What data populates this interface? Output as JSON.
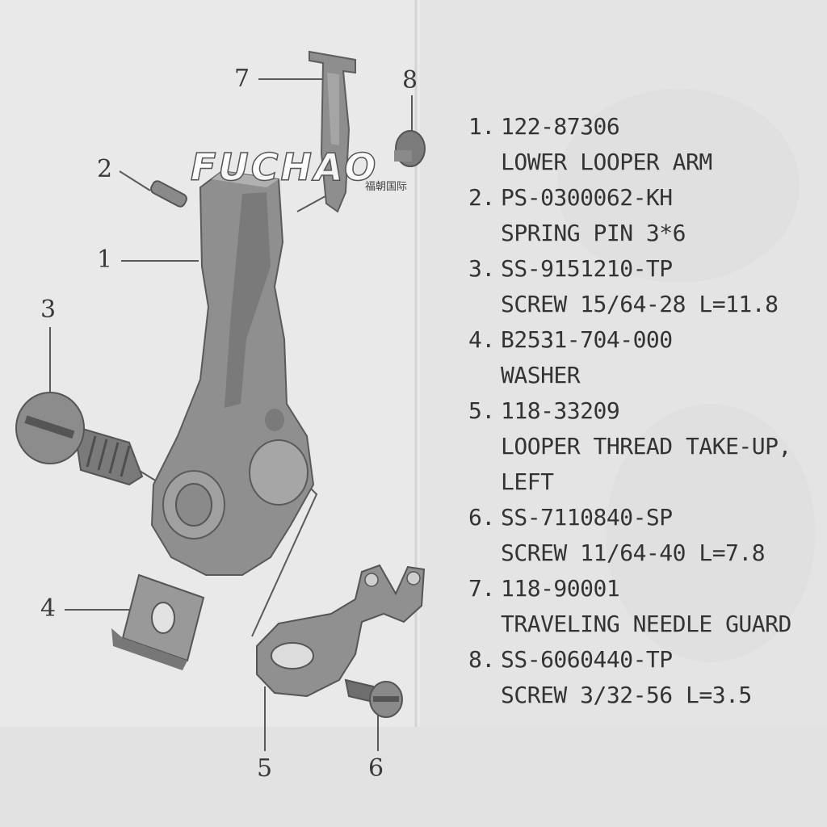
{
  "watermark": {
    "brand": "FUCHAO",
    "brand_cn": "福朝国际"
  },
  "callouts": [
    "1",
    "2",
    "3",
    "4",
    "5",
    "6",
    "7",
    "8"
  ],
  "parts": [
    {
      "num": "1.",
      "code": "122-87306",
      "desc": [
        "LOWER LOOPER ARM"
      ]
    },
    {
      "num": "2.",
      "code": "PS-0300062-KH",
      "desc": [
        "SPRING PIN 3*6"
      ]
    },
    {
      "num": "3.",
      "code": "SS-9151210-TP",
      "desc": [
        "SCREW 15/64-28 L=11.8"
      ]
    },
    {
      "num": "4.",
      "code": "B2531-704-000",
      "desc": [
        "WASHER"
      ]
    },
    {
      "num": "5.",
      "code": "118-33209",
      "desc": [
        "LOOPER THREAD TAKE-UP,",
        "LEFT"
      ]
    },
    {
      "num": "6.",
      "code": "SS-7110840-SP",
      "desc": [
        "SCREW 11/64-40 L=7.8"
      ]
    },
    {
      "num": "7.",
      "code": "118-90001",
      "desc": [
        "TRAVELING NEEDLE GUARD"
      ]
    },
    {
      "num": "8.",
      "code": "SS-6060440-TP",
      "desc": [
        "SCREW 3/32-56 L=3.5"
      ]
    }
  ],
  "colors": {
    "background": "#e9e9e9",
    "part_fill": "#8f8f8f",
    "part_dark": "#6e6e6e",
    "text": "#333333"
  }
}
